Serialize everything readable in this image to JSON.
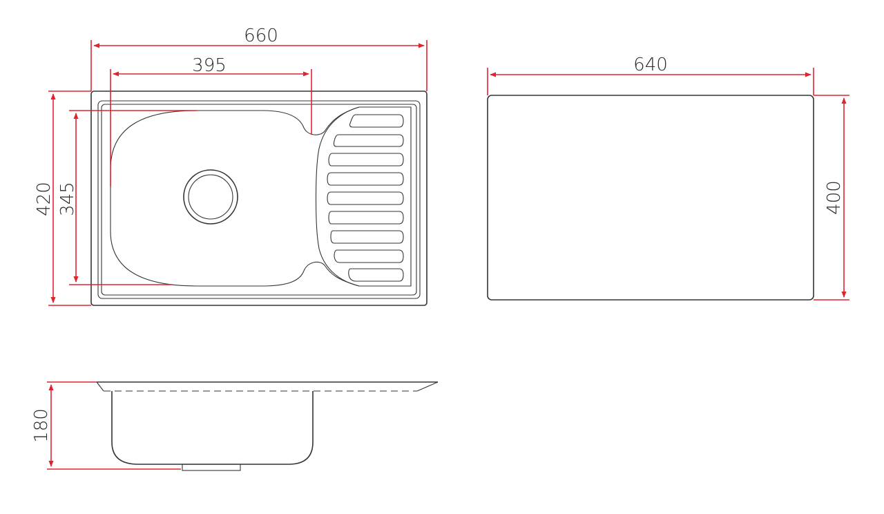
{
  "dimensions": {
    "overall_width": "660",
    "bowl_width": "395",
    "overall_depth": "420",
    "bowl_depth": "345",
    "cutout_width": "640",
    "cutout_depth": "400",
    "bowl_height": "180"
  },
  "colors": {
    "dimension_line": "#e0232e",
    "outline": "#333333",
    "background": "#ffffff"
  }
}
